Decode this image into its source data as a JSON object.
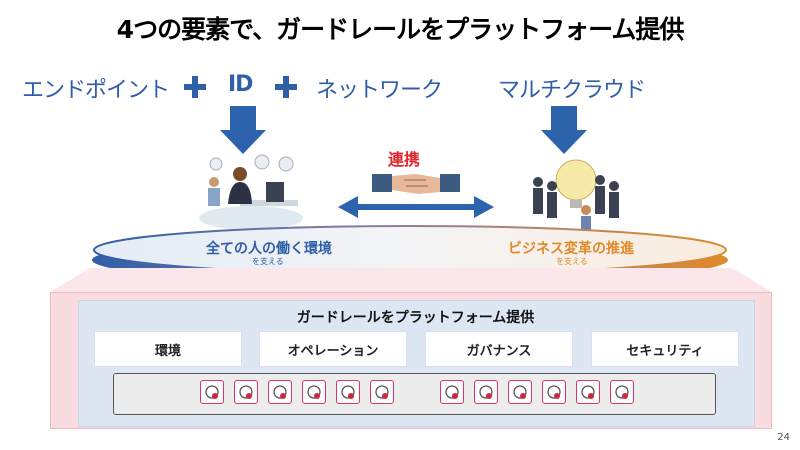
{
  "title": "4つの要素で、ガードレールをプラットフォーム提供",
  "top_row": {
    "endpoint": "エンドポイント",
    "id": "ID",
    "network": "ネットワーク",
    "multicloud": "マルチクラウド"
  },
  "cooperation_label": "連携",
  "ring": {
    "left_label": "全ての人の働く環境",
    "left_sub": "を支える",
    "right_label": "ビジネス変革の推進",
    "right_sub": "を支える"
  },
  "platform": {
    "title": "ガードレールをプラットフォーム提供",
    "pillars": [
      "環境",
      "オペレーション",
      "ガバナンス",
      "セキュリティ"
    ]
  },
  "icons": [
    "user-dashboard-icon",
    "network-hub-icon",
    "cloud-alert-icon",
    "cloud-key-icon",
    "laptop-shield-icon",
    "cloud-document-icon",
    "cloud-monitor-icon",
    "cloud-sync-icon",
    "user-settings-icon",
    "shield-bolt-icon",
    "cloud-database-icon",
    "server-key-icon"
  ],
  "colors": {
    "blue": "#2f5fa8",
    "orange": "#e08a2a",
    "red": "#e0262b",
    "platform_pink": "#f9dce0",
    "platform_blue": "#dce7f3"
  },
  "page_number": "24"
}
